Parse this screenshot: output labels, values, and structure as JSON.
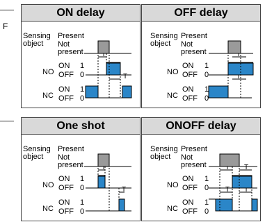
{
  "edge": {
    "fragment_left": "F"
  },
  "labels": {
    "sensing": "Sensing",
    "object": "object",
    "present": "Present",
    "not": "Not",
    "present_low": "present",
    "no": "NO",
    "nc": "NC",
    "on": "ON",
    "off": "OFF",
    "one": "1",
    "zero": "0",
    "t": "T"
  },
  "panels": [
    {
      "title": "ON delay"
    },
    {
      "title": "OFF delay"
    },
    {
      "title": "One shot"
    },
    {
      "title": "ONOFF delay"
    }
  ],
  "colors": {
    "present_fill": "#9a9a9a",
    "output_fill": "#2b86c8",
    "line": "#000000"
  }
}
